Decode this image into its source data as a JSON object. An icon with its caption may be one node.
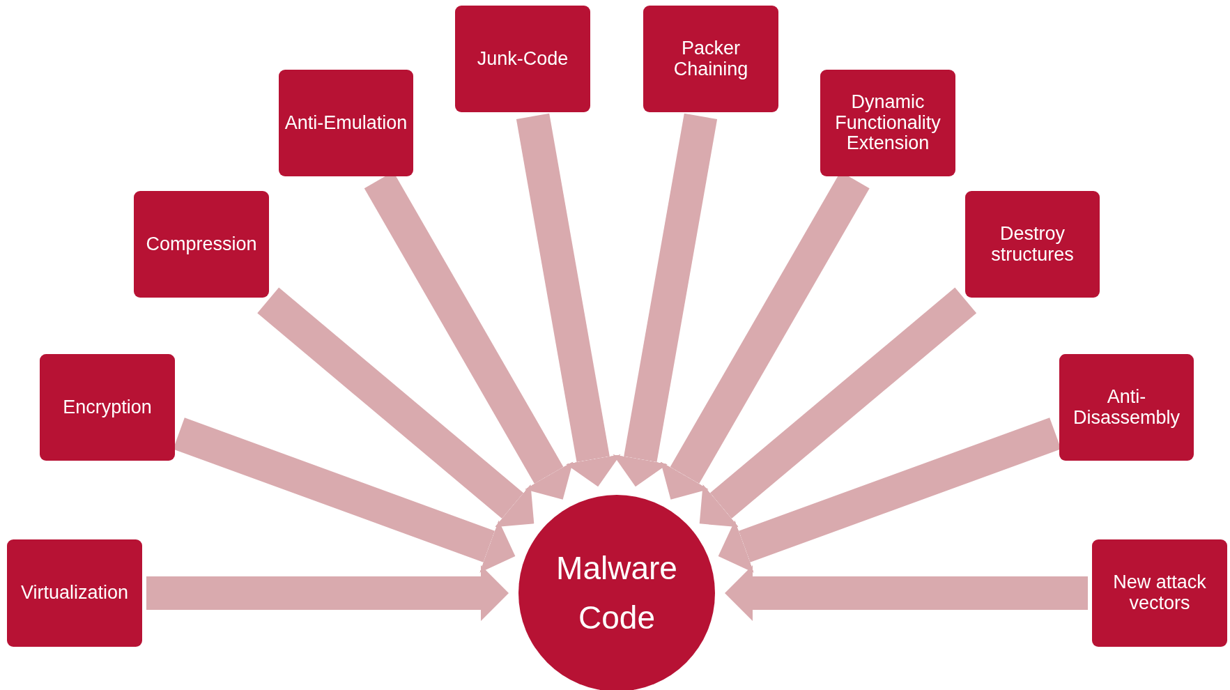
{
  "diagram": {
    "nodes": [
      {
        "text": [
          "Virtualization"
        ]
      },
      {
        "text": [
          "Encryption"
        ]
      },
      {
        "text": [
          "Compression"
        ]
      },
      {
        "text": [
          "Anti-Emulation"
        ]
      },
      {
        "text": [
          "Junk-Code"
        ]
      },
      {
        "text": [
          "Packer Chaining"
        ]
      },
      {
        "text": [
          "Dynamic Functionality Extension"
        ]
      },
      {
        "text": [
          "Destroy structures"
        ]
      },
      {
        "text": [
          "Anti-Disassembly"
        ]
      },
      {
        "text": [
          "New attack vectors"
        ]
      },
      {
        "text": [
          "Malware Code"
        ]
      }
    ],
    "edges": [
      {
        "from": 0,
        "to": 10,
        "arrow": "to"
      },
      {
        "from": 1,
        "to": 10,
        "arrow": "to"
      },
      {
        "from": 2,
        "to": 10,
        "arrow": "to"
      },
      {
        "from": 3,
        "to": 10,
        "arrow": "to"
      },
      {
        "from": 4,
        "to": 10,
        "arrow": "to"
      },
      {
        "from": 5,
        "to": 10,
        "arrow": "to"
      },
      {
        "from": 6,
        "to": 10,
        "arrow": "to"
      },
      {
        "from": 7,
        "to": 10,
        "arrow": "to"
      },
      {
        "from": 8,
        "to": 10,
        "arrow": "to"
      },
      {
        "from": 9,
        "to": 10,
        "arrow": "to"
      }
    ]
  }
}
